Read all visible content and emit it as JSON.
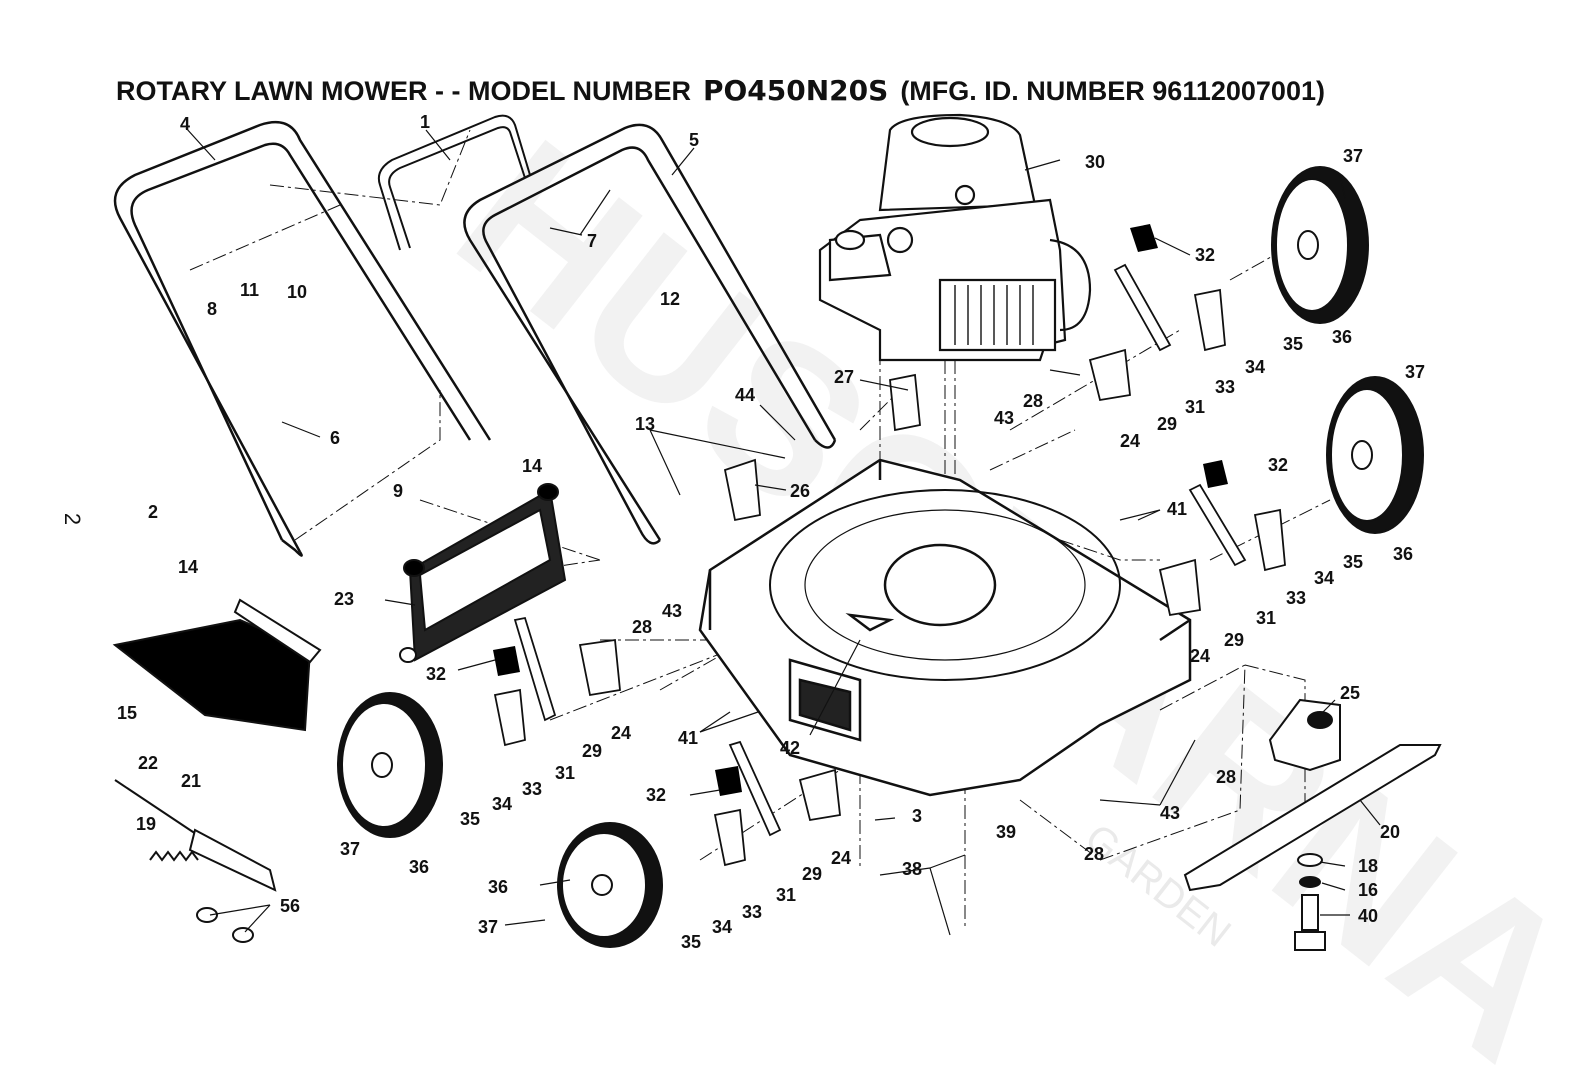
{
  "title": {
    "prefix": "ROTARY LAWN MOWER - - MODEL NUMBER",
    "model": "PO450N20S",
    "suffix": "(MFG. ID. NUMBER 96112007001)"
  },
  "page_number": "2",
  "watermark": {
    "brand": "HUSQVARNA",
    "sub": "GARDEN"
  },
  "colors": {
    "ink": "#111111",
    "watermark": "#eeeeee"
  },
  "callouts": [
    {
      "id": "c1",
      "text": "1"
    },
    {
      "id": "c4",
      "text": "4"
    },
    {
      "id": "c5",
      "text": "5"
    },
    {
      "id": "c7",
      "text": "7"
    },
    {
      "id": "c8",
      "text": "8"
    },
    {
      "id": "c11",
      "text": "11"
    },
    {
      "id": "c10",
      "text": "10"
    },
    {
      "id": "c12",
      "text": "12"
    },
    {
      "id": "c30",
      "text": "30"
    },
    {
      "id": "c37a",
      "text": "37"
    },
    {
      "id": "c32a",
      "text": "32"
    },
    {
      "id": "c35a",
      "text": "35"
    },
    {
      "id": "c36a",
      "text": "36"
    },
    {
      "id": "c34a",
      "text": "34"
    },
    {
      "id": "c33a",
      "text": "33"
    },
    {
      "id": "c31a",
      "text": "31"
    },
    {
      "id": "c29a",
      "text": "29"
    },
    {
      "id": "c24a",
      "text": "24"
    },
    {
      "id": "c37b",
      "text": "37"
    },
    {
      "id": "c6",
      "text": "6"
    },
    {
      "id": "c14a",
      "text": "14"
    },
    {
      "id": "c2",
      "text": "2"
    },
    {
      "id": "c14b",
      "text": "14"
    },
    {
      "id": "c9",
      "text": "9"
    },
    {
      "id": "c13",
      "text": "13"
    },
    {
      "id": "c44",
      "text": "44"
    },
    {
      "id": "c27",
      "text": "27"
    },
    {
      "id": "c26",
      "text": "26"
    },
    {
      "id": "c43a",
      "text": "43"
    },
    {
      "id": "c28a",
      "text": "28"
    },
    {
      "id": "c32b",
      "text": "32"
    },
    {
      "id": "c41a",
      "text": "41"
    },
    {
      "id": "c36b",
      "text": "36"
    },
    {
      "id": "c35b",
      "text": "35"
    },
    {
      "id": "c34b",
      "text": "34"
    },
    {
      "id": "c33b",
      "text": "33"
    },
    {
      "id": "c31b",
      "text": "31"
    },
    {
      "id": "c29b",
      "text": "29"
    },
    {
      "id": "c24b",
      "text": "24"
    },
    {
      "id": "c23",
      "text": "23"
    },
    {
      "id": "c15",
      "text": "15"
    },
    {
      "id": "c32c",
      "text": "32"
    },
    {
      "id": "c28b",
      "text": "28"
    },
    {
      "id": "c43b",
      "text": "43"
    },
    {
      "id": "c24c",
      "text": "24"
    },
    {
      "id": "c29c",
      "text": "29"
    },
    {
      "id": "c31c",
      "text": "31"
    },
    {
      "id": "c33c",
      "text": "33"
    },
    {
      "id": "c34c",
      "text": "34"
    },
    {
      "id": "c35c",
      "text": "35"
    },
    {
      "id": "c37c",
      "text": "37"
    },
    {
      "id": "c36c",
      "text": "36"
    },
    {
      "id": "c41b",
      "text": "41"
    },
    {
      "id": "c42",
      "text": "42"
    },
    {
      "id": "c25",
      "text": "25"
    },
    {
      "id": "c28c",
      "text": "28"
    },
    {
      "id": "c43c",
      "text": "43"
    },
    {
      "id": "c20",
      "text": "20"
    },
    {
      "id": "c22",
      "text": "22"
    },
    {
      "id": "c21",
      "text": "21"
    },
    {
      "id": "c19",
      "text": "19"
    },
    {
      "id": "c56",
      "text": "56"
    },
    {
      "id": "c32d",
      "text": "32"
    },
    {
      "id": "c3",
      "text": "3"
    },
    {
      "id": "c24d",
      "text": "24"
    },
    {
      "id": "c29d",
      "text": "29"
    },
    {
      "id": "c39",
      "text": "39"
    },
    {
      "id": "c28d",
      "text": "28"
    },
    {
      "id": "c38",
      "text": "38"
    },
    {
      "id": "c18",
      "text": "18"
    },
    {
      "id": "c16",
      "text": "16"
    },
    {
      "id": "c40",
      "text": "40"
    },
    {
      "id": "c36d",
      "text": "36"
    },
    {
      "id": "c37d",
      "text": "37"
    },
    {
      "id": "c35d",
      "text": "35"
    },
    {
      "id": "c34d",
      "text": "34"
    },
    {
      "id": "c33d",
      "text": "33"
    },
    {
      "id": "c31d",
      "text": "31"
    }
  ]
}
